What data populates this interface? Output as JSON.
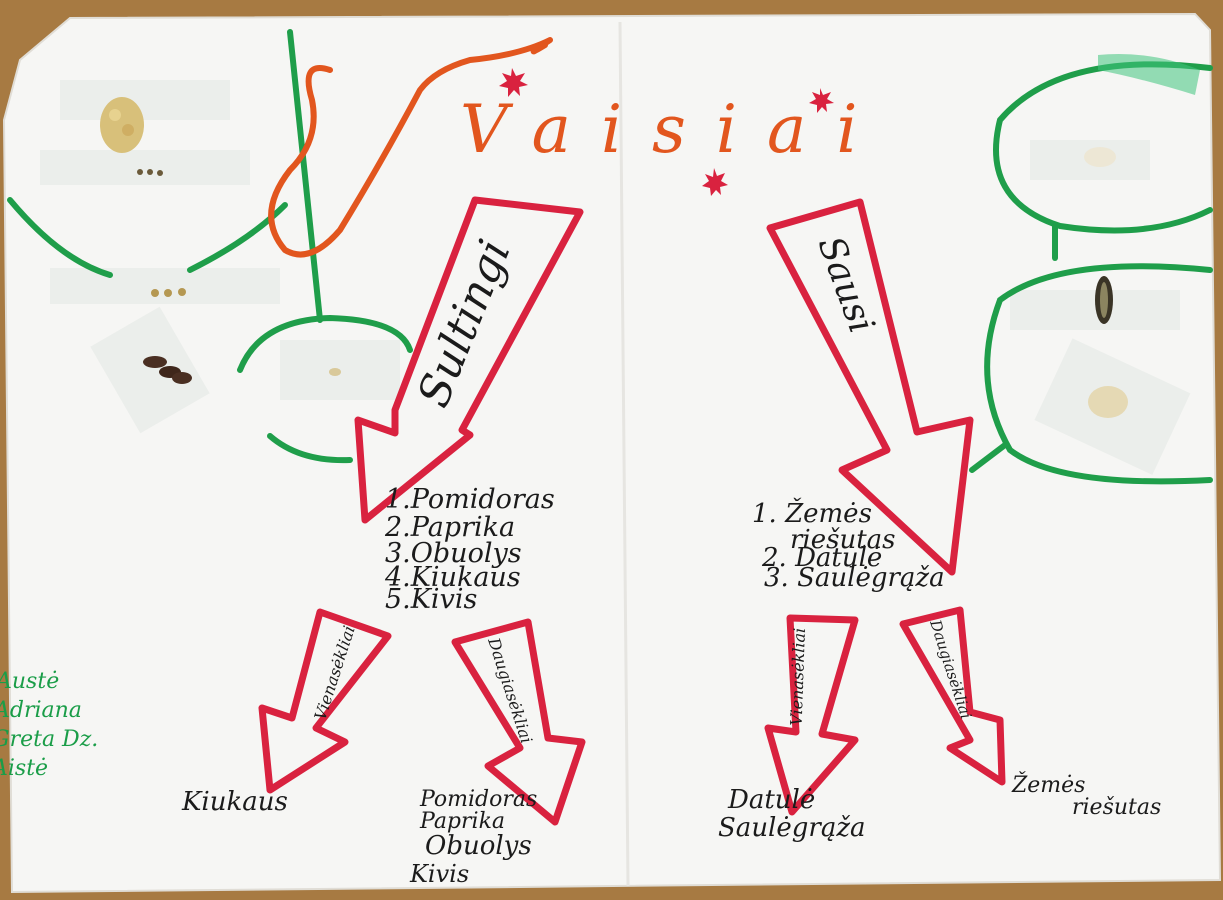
{
  "poster": {
    "title": "Vaisiai",
    "branches": [
      {
        "id": "left",
        "arrow_label": "Sultingi",
        "items": [
          "1.Pomidoras",
          "2.Paprika",
          "3.Obuolys",
          "4.Kiukaus",
          "5.Kivis"
        ],
        "sub_arrows": [
          {
            "label": "Vienasėkliai",
            "items": [
              "Kiukaus"
            ]
          },
          {
            "label": "Daugiasėkliai",
            "items": [
              "Pomidoras",
              "Paprika",
              "Obuolys",
              "Kivis"
            ]
          }
        ]
      },
      {
        "id": "right",
        "arrow_label": "Sausi",
        "items": [
          "1. Žemės",
          "riešutas",
          "2. Datulė",
          "3. Saulėgrąža"
        ],
        "sub_arrows": [
          {
            "label": "Vienasėkliai",
            "items": [
              "Datulė",
              "Saulėgrąža"
            ]
          },
          {
            "label": "Daugiasėkliai",
            "items": [
              "Žemės",
              "riešutas"
            ]
          }
        ]
      }
    ],
    "authors": [
      "Austė",
      "Adriana",
      "Greta Dz.",
      "Aistė"
    ]
  },
  "colors": {
    "paper": "#f7f7f5",
    "table": "#a77a42",
    "title": "#e2561e",
    "arrow": "#d9223f",
    "circles": "#1f9e4a",
    "authors": "#1a9d48"
  }
}
